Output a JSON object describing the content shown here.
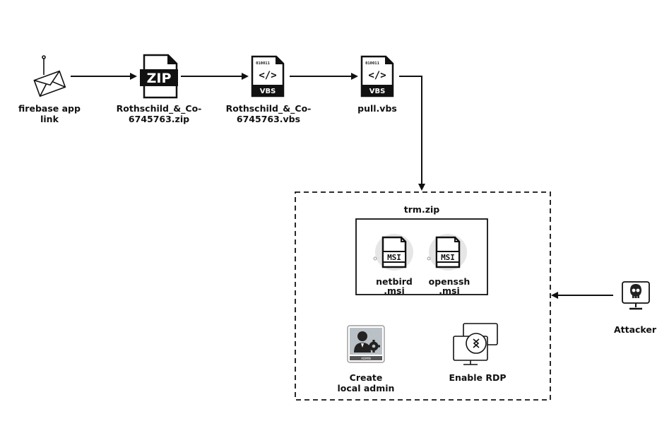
{
  "nodes": {
    "firebase": {
      "line1": "firebase app",
      "line2": "link",
      "icon": "envelope-icon"
    },
    "zip": {
      "line1": "Rothschild_&_Co-",
      "line2": "6745763.zip",
      "icon": "zip-file-icon",
      "badge": "ZIP"
    },
    "vbs1": {
      "line1": "Rothschild_&_Co-",
      "line2": "6745763.vbs",
      "icon": "vbs-file-icon",
      "badge": "VBS",
      "bits": "010011"
    },
    "pull": {
      "line1": "pull.vbs",
      "icon": "vbs-file-icon",
      "badge": "VBS",
      "bits": "010011"
    }
  },
  "container": {
    "trm_title": "trm.zip",
    "netbird": {
      "line1": "netbird",
      "line2": ".msi",
      "badge": "MSI"
    },
    "openssh": {
      "line1": "openssh",
      "line2": ".msi",
      "badge": "MSI"
    },
    "admin": {
      "line1": "Create",
      "line2": "local admin",
      "badge": "ADMIN"
    },
    "rdp": {
      "line1": "Enable RDP"
    }
  },
  "attacker": {
    "label": "Attacker",
    "icon": "skull-monitor-icon"
  },
  "colors": {
    "stroke": "#111111",
    "gray_bg": "#e6e6e6",
    "admin_bg": "#b9c0c6"
  }
}
